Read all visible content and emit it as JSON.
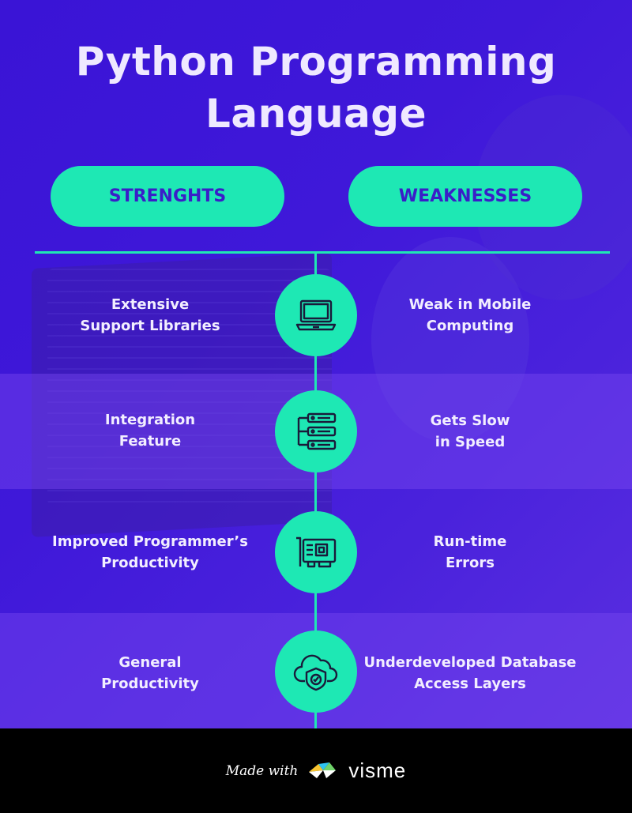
{
  "title": "Python Programming\nLanguage",
  "headers": {
    "strengths": "STRENGHTS",
    "weaknesses": "WEAKNESSES"
  },
  "rows": [
    {
      "icon": "laptop-icon",
      "strength": "Extensive\nSupport Libraries",
      "weakness": "Weak in Mobile\nComputing"
    },
    {
      "icon": "server-icon",
      "strength": "Integration\nFeature",
      "weakness": "Gets Slow\nin Speed"
    },
    {
      "icon": "circuit-board-icon",
      "strength": "Improved Programmer’s\nProductivity",
      "weakness": "Run-time\nErrors"
    },
    {
      "icon": "cloud-shield-icon",
      "strength": "General\nProductivity",
      "weakness": "Underdeveloped Database\nAccess Layers"
    }
  ],
  "footer": {
    "made_with": "Made with",
    "brand": "visme"
  },
  "colors": {
    "background": "#3f18d9",
    "accent": "#1ee8b4",
    "pill_text": "#3a1ec8",
    "text": "#f2eeff"
  }
}
